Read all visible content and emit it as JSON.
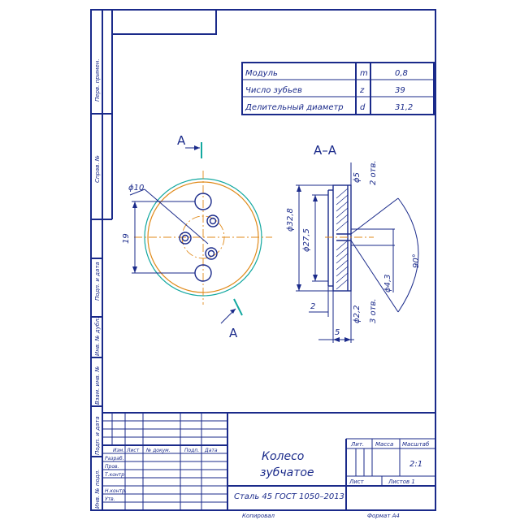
{
  "colors": {
    "ink": "#1a2a8a",
    "teal": "#13a8a0",
    "orange": "#e08a1a",
    "paper": "#ffffff"
  },
  "gear_params": [
    {
      "name": "Модуль",
      "symbol": "m",
      "value": "0,8"
    },
    {
      "name": "Число зубьев",
      "symbol": "z",
      "value": "39"
    },
    {
      "name": "Делительный диаметр",
      "symbol": "d",
      "value": "31,2"
    }
  ],
  "section": {
    "marker": "A",
    "label": "А–А"
  },
  "dimensions": {
    "hole_dia": "ϕ10",
    "hole_spacing": "19",
    "outer_dia": "ϕ32,8",
    "hub_dia": "ϕ27,5",
    "width_5_top": "ϕ5",
    "two_holes": "2 отв.",
    "angle": "90°",
    "small_dia": "ϕ4,3",
    "tiny_dia": "ϕ2,2",
    "three_holes": "3 отв.",
    "left_step": "2",
    "width": "5"
  },
  "side_labels": [
    "Перв. примен.",
    "Справ. №",
    "Подп. и дата",
    "Инв. № дубл.",
    "Взам. инв. №",
    "Подп. и дата",
    "Инв. № подл."
  ],
  "title_block": {
    "headers": [
      "Изм.",
      "Лист",
      "№ докум.",
      "Подп.",
      "Дата"
    ],
    "roles": [
      "Разраб.",
      "Пров.",
      "Т.контр.",
      "",
      "Н.контр.",
      "Утв."
    ],
    "title_line1": "Колесо",
    "title_line2": "зубчатое",
    "material": "Сталь 45 ГОСТ 1050–2013",
    "col_lit": "Лит.",
    "col_mass": "Масса",
    "col_scale": "Масштаб",
    "scale": "2:1",
    "sheet": "Лист",
    "sheets": "Листов 1"
  },
  "footer": {
    "copied": "Копировал",
    "format": "Формат А4"
  }
}
